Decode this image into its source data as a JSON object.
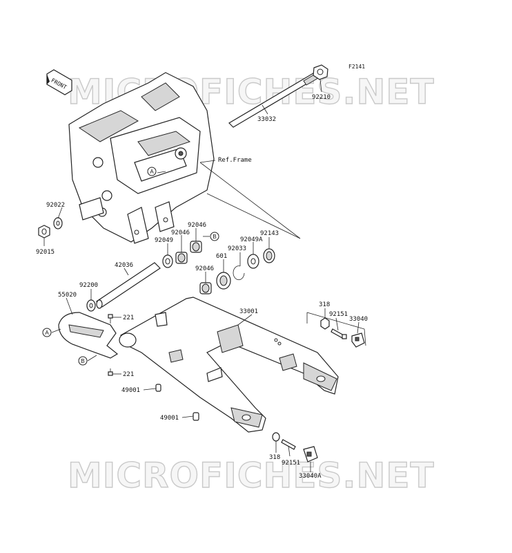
{
  "figure_code": "F2141",
  "front_arrow_label": "FRONT",
  "watermarks": [
    "MICROFICHES.NET",
    "MICROFICHES.NET"
  ],
  "ref_note": "Ref.Frame",
  "callouts": {
    "a1": "A",
    "a2": "A",
    "b1": "B",
    "b2": "B"
  },
  "labels": {
    "p92210": "92210",
    "p33032": "33032",
    "p92022": "92022",
    "p92015": "92015",
    "p92046a": "92046",
    "p92046b": "92046",
    "p92049": "92049",
    "p92143": "92143",
    "p92049A": "92049A",
    "p92033": "92033",
    "p601": "601",
    "p92046c": "92046",
    "p42036": "42036",
    "p92200": "92200",
    "p55020": "55020",
    "p221a": "221",
    "p221b": "221",
    "p33001": "33001",
    "p318a": "318",
    "p92151a": "92151",
    "p33040": "33040",
    "p49001a": "49001",
    "p49001b": "49001",
    "p318b": "318",
    "p92151b": "92151",
    "p33040A": "33040A"
  }
}
